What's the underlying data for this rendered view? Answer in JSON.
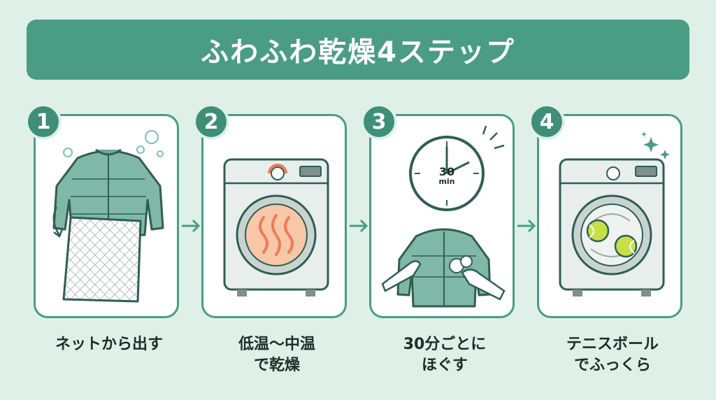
{
  "title": "ふわふわ乾燥4ステップ",
  "colors": {
    "teal": "#4a9c85",
    "background": "#dff0e8",
    "heat": "#ef7b5a"
  },
  "steps": [
    {
      "number": "1",
      "caption": "ネットから出す",
      "icon": "jacket-and-net-icon"
    },
    {
      "number": "2",
      "caption": "低温〜中温\nで乾燥",
      "icon": "dryer-heat-icon"
    },
    {
      "number": "3",
      "timer": "30",
      "timer_unit": "min",
      "caption": "30分ごとに\nほぐす",
      "icon": "timer-and-hands-icon"
    },
    {
      "number": "4",
      "caption": "テニスボール\nでふっくら",
      "icon": "dryer-tennis-balls-icon"
    }
  ]
}
